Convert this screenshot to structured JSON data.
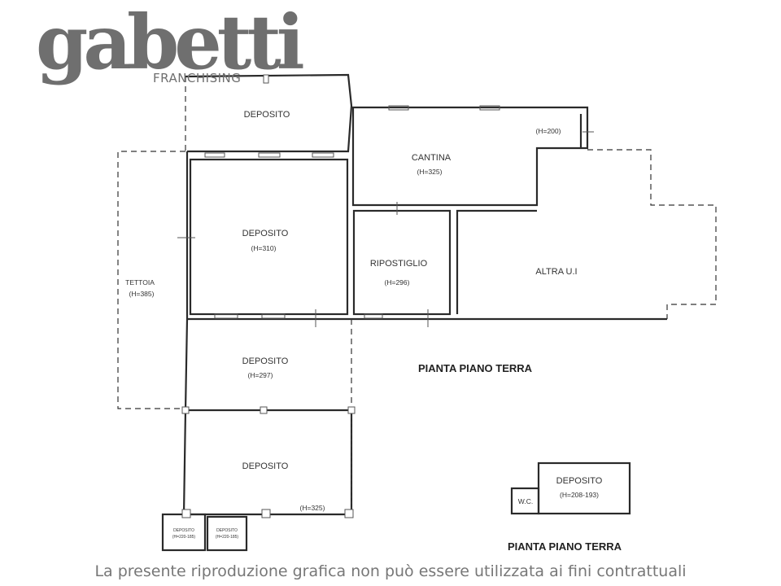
{
  "logo": {
    "word": "gabetti",
    "sub": "FRANCHISING"
  },
  "rooms": {
    "deposito_top": "DEPOSITO",
    "cantina": "CANTINA",
    "cantina_h": "(H=325)",
    "cantina_h2": "(H=200)",
    "deposito_main": "DEPOSITO",
    "deposito_main_h": "(H=310)",
    "ripostiglio": "RIPOSTIGLIO",
    "ripostiglio_h": "(H=296)",
    "altra": "ALTRA U.I",
    "tettoia": "TETTOIA",
    "tettoia_h": "(H=385)",
    "deposito_mid": "DEPOSITO",
    "deposito_mid_h": "(H=297)",
    "deposito_low": "DEPOSITO",
    "deposito_low_h": "(H=325)",
    "small1": "DEPOSITO",
    "small1_h": "(H=220-185)",
    "small2": "DEPOSITO",
    "small2_h": "(H=220-185)",
    "deposito_small": "DEPOSITO",
    "deposito_small_h": "(H=208-193)",
    "wc": "W.C."
  },
  "titles": {
    "main": "PIANTA PIANO TERRA",
    "second": "PIANTA PIANO TERRA"
  },
  "footer": "La presente riproduzione grafica non può essere utilizzata ai fini contrattuali"
}
